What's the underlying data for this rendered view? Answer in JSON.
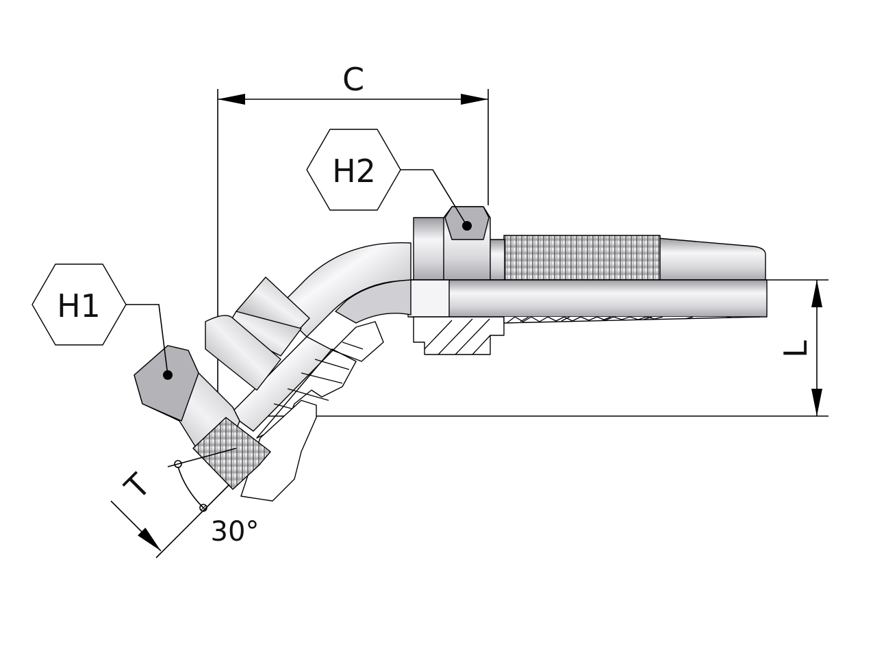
{
  "diagram": {
    "title_labels": {
      "dim_c": "C",
      "dim_l": "L",
      "dim_t": "T",
      "angle": "30°",
      "hex_h1": "H1",
      "hex_h2": "H2"
    },
    "colors": {
      "metal_light": "#f4f4f6",
      "metal_mid": "#c8c8cc",
      "metal_dark": "#8e8e96",
      "face": "#b4b4b8",
      "line": "#000000"
    }
  }
}
